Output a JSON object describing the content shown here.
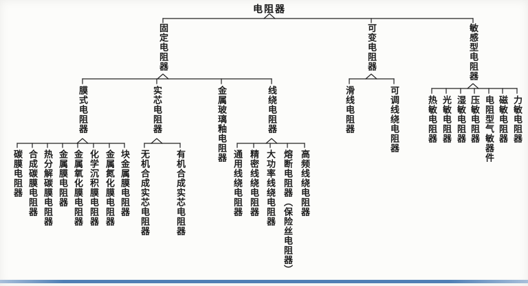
{
  "colors": {
    "line": "#222222",
    "text": "#1c1c1c",
    "bottom_bar": "#4f7fb5",
    "paper": "#fcfcfa"
  },
  "diagram": {
    "root": "电阻器",
    "level1": [
      "固定电阻器",
      "可变电阻器",
      "敏感型电阻器"
    ],
    "fixed_children": [
      "膜式电阻器",
      "实芯电阻器",
      "金属玻璃釉电阻器",
      "线绕电阻器"
    ],
    "film_children": [
      "碳膜电阻器",
      "合成碳膜电阻器",
      "热分解碳膜电阻器",
      "金属膜电阻器",
      "金属氧化膜电阻器",
      "化学沉积膜电阻器",
      "金属氮化膜电阻器",
      "块金属膜电阻器"
    ],
    "solid_children": [
      "无机合成实芯电阻器",
      "有机合成实芯电阻器"
    ],
    "wirewound_children": [
      "通用线绕电阻器",
      "精密线绕电阻器",
      "大功率线绕电阻器",
      "熔断电阻器（保险丝电阻器）",
      "高频线绕电阻器"
    ],
    "variable_children": [
      "滑线电阻器",
      "可调线绕电阻器"
    ],
    "sensitive_children": [
      "热敏电阻器",
      "光敏电阻器",
      "湿敏电阻器",
      "压敏电阻器",
      "电阻型气敏器件",
      "磁敏电阻器",
      "力敏电阻器"
    ]
  }
}
